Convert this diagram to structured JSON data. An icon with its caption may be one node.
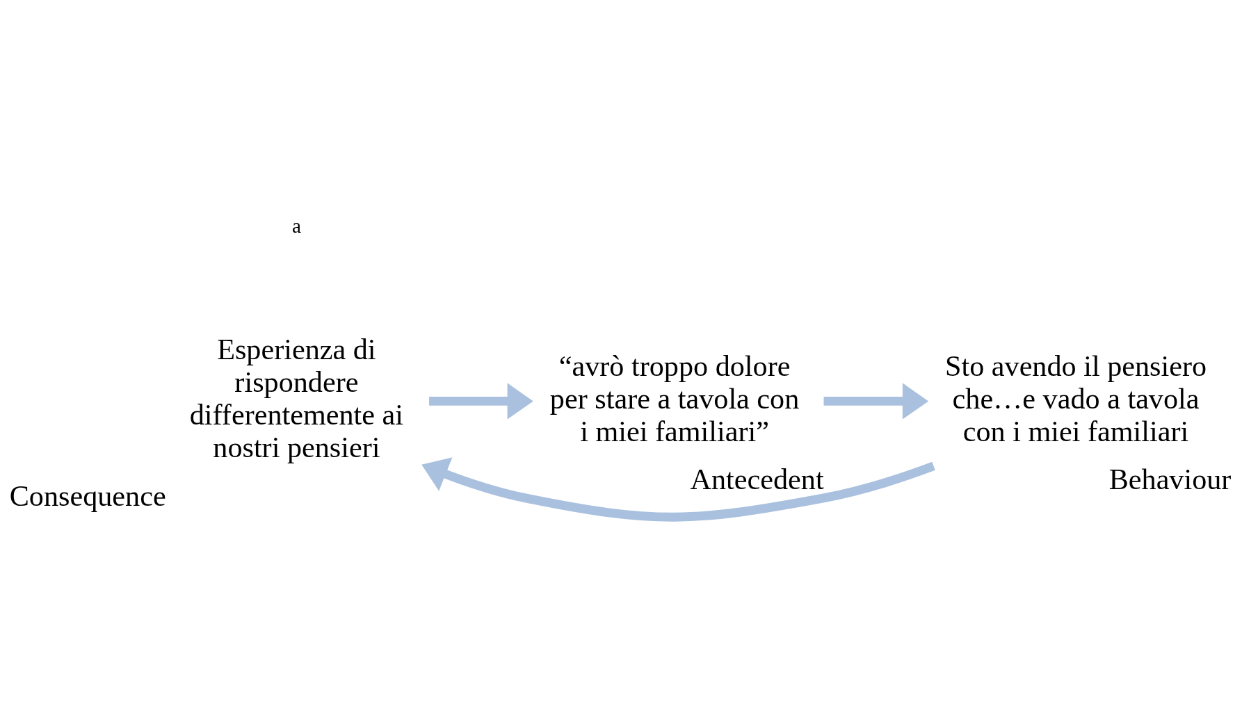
{
  "diagram": {
    "nodes": [
      {
        "text": [
          "Esperienza di rispondere differentemente ai nostri pensieri"
        ],
        "beside": [
          "Consequence"
        ]
      },
      {
        "text": [
          "“avrò troppo dolore per stare a tavola con i miei familiari”"
        ],
        "beside": [
          "Antecedent"
        ]
      },
      {
        "text": [
          "Sto avendo il pensiero che…e vado a tavola con i miei familiari"
        ],
        "beside": [
          "Behaviour"
        ]
      }
    ],
    "edges": [
      {
        "from": 0,
        "to": 1,
        "arrow": "to"
      },
      {
        "from": 1,
        "to": 2,
        "arrow": "to"
      },
      {
        "from": 2,
        "to": 0,
        "arrow": "to"
      }
    ],
    "labels": [
      "a"
    ]
  }
}
